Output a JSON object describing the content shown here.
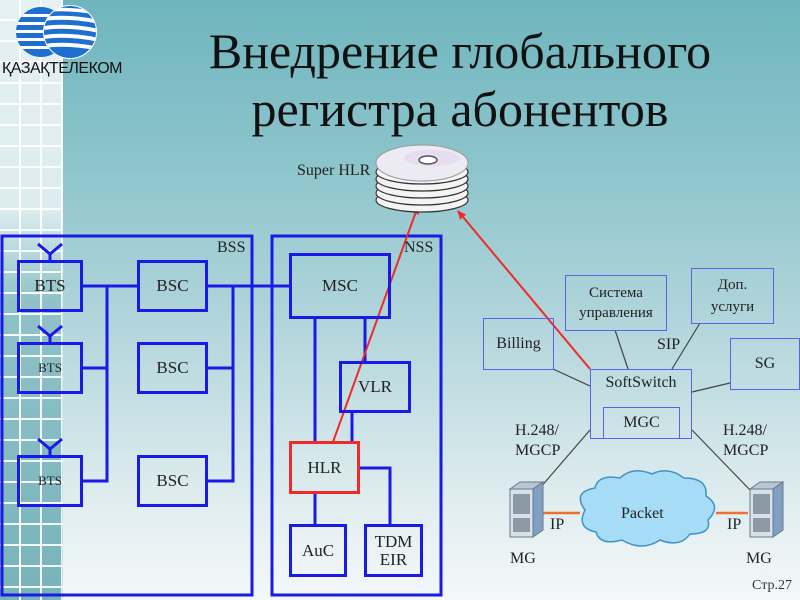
{
  "logo": {
    "name": "globe-logo-icon",
    "text": "ҚАЗАҚТЕЛЕКОМ"
  },
  "title": {
    "line1": "Внедрение глобального",
    "line2": "регистра абонентов"
  },
  "super_hlr": {
    "label": "Super HLR",
    "icon": "disk-stack-icon"
  },
  "bss": {
    "label": "BSS",
    "bts": [
      "BTS",
      "BTS",
      "BTS"
    ],
    "bsc": [
      "BSC",
      "BSC",
      "BSC"
    ],
    "antenna_icon": "antenna-icon"
  },
  "nss": {
    "label": "NSS",
    "msc": "MSC",
    "vlr": "VLR",
    "hlr": "HLR",
    "auc": "AuC",
    "eir_line1": "TDM",
    "eir_line2": "EIR"
  },
  "ngn": {
    "billing": "Billing",
    "mgmt_line1": "Система",
    "mgmt_line2": "управления",
    "services_line1": "Доп.",
    "services_line2": "услуги",
    "sg": "SG",
    "softswitch": "SoftSwitch",
    "mgc": "MGC",
    "sip": "SIP",
    "h248_left_line1": "H.248/",
    "h248_left_line2": "MGCP",
    "h248_right_line1": "H.248/",
    "h248_right_line2": "MGCP",
    "packet": "Packet",
    "ip_left": "IP",
    "ip_right": "IP",
    "mg_left": "MG",
    "mg_right": "MG",
    "server_icon": "media-gateway-server-icon",
    "cloud_icon": "packet-network-cloud-icon"
  },
  "colors": {
    "gsm_line": "#1a1ae6",
    "hlr_link": "#ee2a2a",
    "ngn_box": "#5a62e8",
    "ip_link": "#f07030"
  },
  "page_number": "Стр.27"
}
